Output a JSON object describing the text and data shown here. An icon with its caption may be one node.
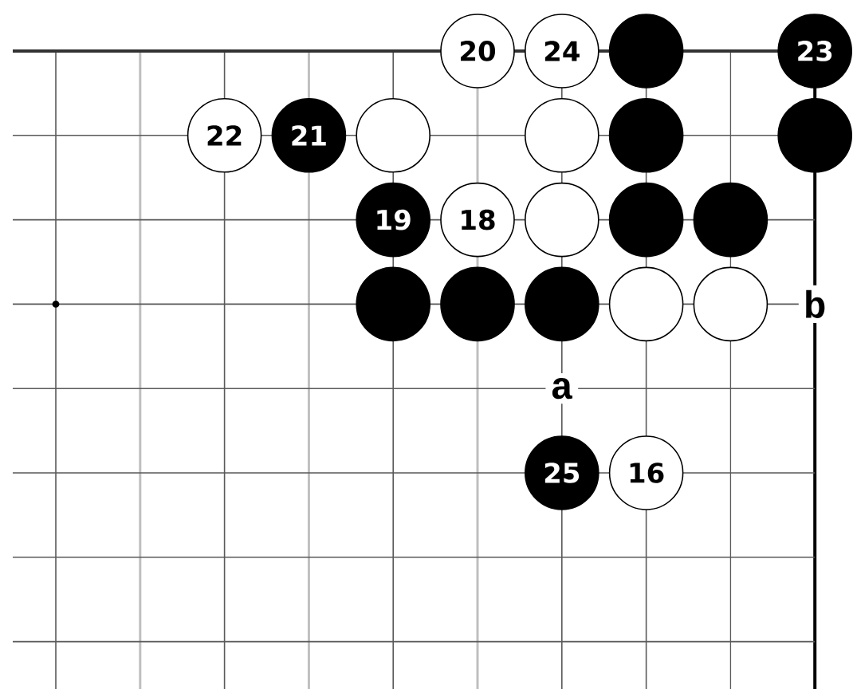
{
  "diagram": {
    "nodes": [
      {
        "text": [
          "20"
        ]
      },
      {
        "text": [
          "24"
        ]
      },
      {
        "text": [],
        "shape": "circle"
      },
      {
        "text": [
          "23"
        ]
      },
      {
        "text": [
          "22"
        ]
      },
      {
        "text": [
          "21"
        ]
      },
      {
        "text": [],
        "shape": "circle"
      },
      {
        "text": [],
        "shape": "circle"
      },
      {
        "text": [],
        "shape": "circle"
      },
      {
        "text": [],
        "shape": "circle"
      },
      {
        "text": [
          "19"
        ]
      },
      {
        "text": [
          "18"
        ]
      },
      {
        "text": [],
        "shape": "circle"
      },
      {
        "text": [],
        "shape": "circle"
      },
      {
        "text": [],
        "shape": "circle"
      },
      {
        "text": [],
        "shape": "circle"
      },
      {
        "text": [],
        "shape": "circle"
      },
      {
        "text": [],
        "shape": "circle"
      },
      {
        "text": [],
        "shape": "circle"
      },
      {
        "text": [],
        "shape": "circle"
      },
      {
        "text": [
          "25"
        ]
      },
      {
        "text": [
          "16"
        ]
      }
    ],
    "labels": [
      "b",
      "a"
    ]
  }
}
